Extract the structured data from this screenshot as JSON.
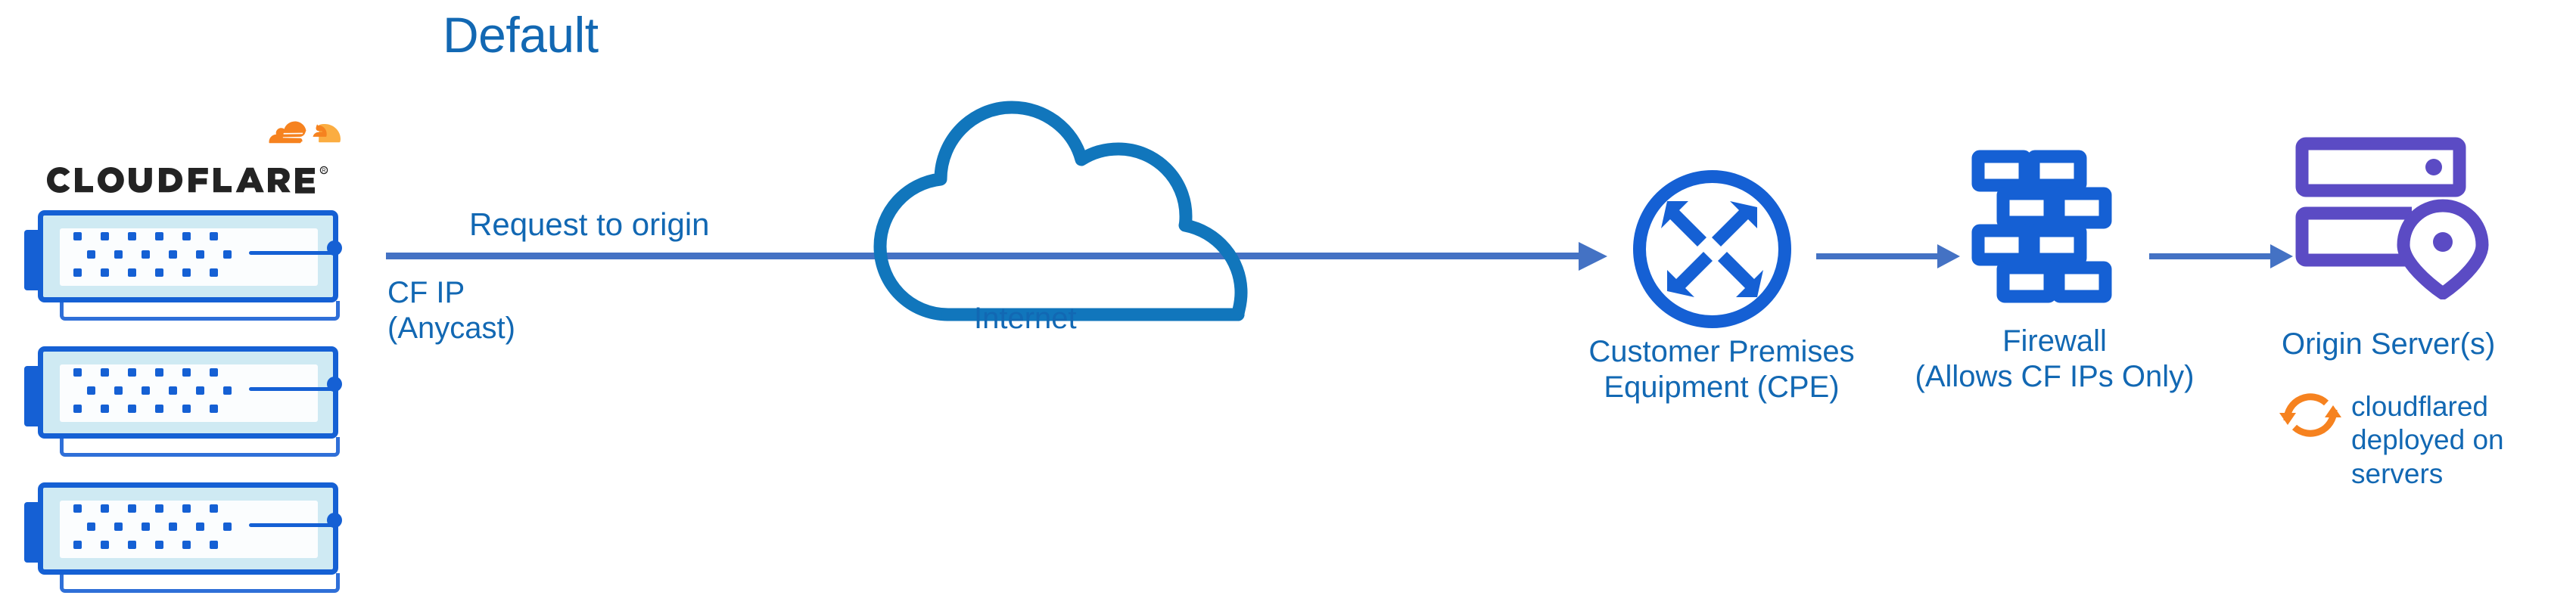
{
  "title": "Default",
  "colors": {
    "text_blue": "#1268B3",
    "arrow_blue": "#4472C4",
    "icon_blue": "#1560D4",
    "origin_purple": "#5B4BC4",
    "cloudflare_orange": "#F6821F",
    "cloudflare_orange_light": "#FBAD41",
    "wordmark_dark": "#232323",
    "background": "#FFFFFF"
  },
  "cloudflare_logo": {
    "wordmark": "CLOUDFLARE",
    "trademark": "®",
    "mark_name": "cloudflare-cloud-mark"
  },
  "edge_nodes": {
    "count": 3,
    "icon_name": "network-switch-icon",
    "label": ""
  },
  "flow": {
    "request_label": "Request to origin",
    "cf_ip_label": "CF IP\n(Anycast)",
    "arrows": [
      {
        "name": "cf-to-internet-arrow",
        "from": "cloudflare-edge",
        "to": "customer-premises-equipment"
      },
      {
        "name": "cpe-to-firewall-arrow",
        "from": "customer-premises-equipment",
        "to": "firewall"
      },
      {
        "name": "firewall-to-origin-arrow",
        "from": "firewall",
        "to": "origin-server"
      }
    ]
  },
  "nodes": [
    {
      "id": "internet",
      "label": "Internet",
      "icon": "cloud-icon"
    },
    {
      "id": "cpe",
      "label": "Customer Premises\nEquipment (CPE)",
      "icon": "router-icon"
    },
    {
      "id": "firewall",
      "label": "Firewall\n(Allows CF IPs Only)",
      "icon": "brick-wall-icon"
    },
    {
      "id": "origin",
      "label": "Origin Server(s)",
      "icon": "server-stack-pin-icon"
    }
  ],
  "annotations": {
    "cloudflared": {
      "text": "cloudflared\ndeployed on\nservers",
      "icon": "sync-arrows-icon"
    }
  }
}
